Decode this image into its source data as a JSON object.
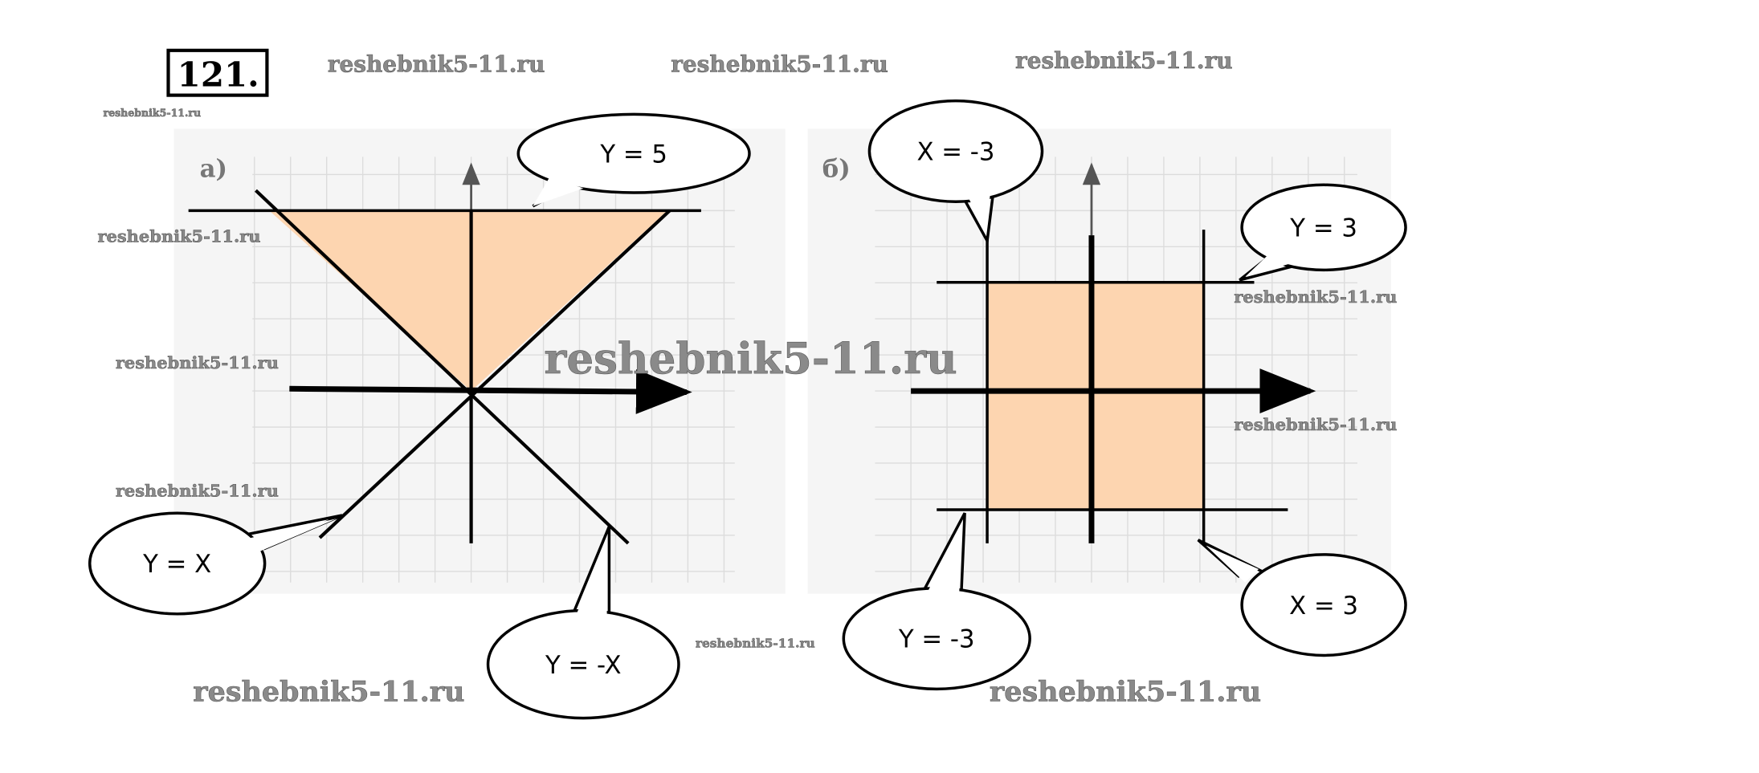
{
  "problem_number": "121.",
  "watermark": "reshebnik5-11.ru",
  "colors": {
    "fill": "#fdd5b0",
    "grid": "#dcdcdc",
    "panel_bg": "#f5f5f5"
  },
  "panel_a": {
    "label": "а)",
    "callouts": [
      "Y = 5",
      "Y = X",
      "Y = -X"
    ]
  },
  "panel_b": {
    "label": "б)",
    "callouts": [
      "X = -3",
      "Y = 3",
      "Y = -3",
      "X = 3"
    ]
  }
}
